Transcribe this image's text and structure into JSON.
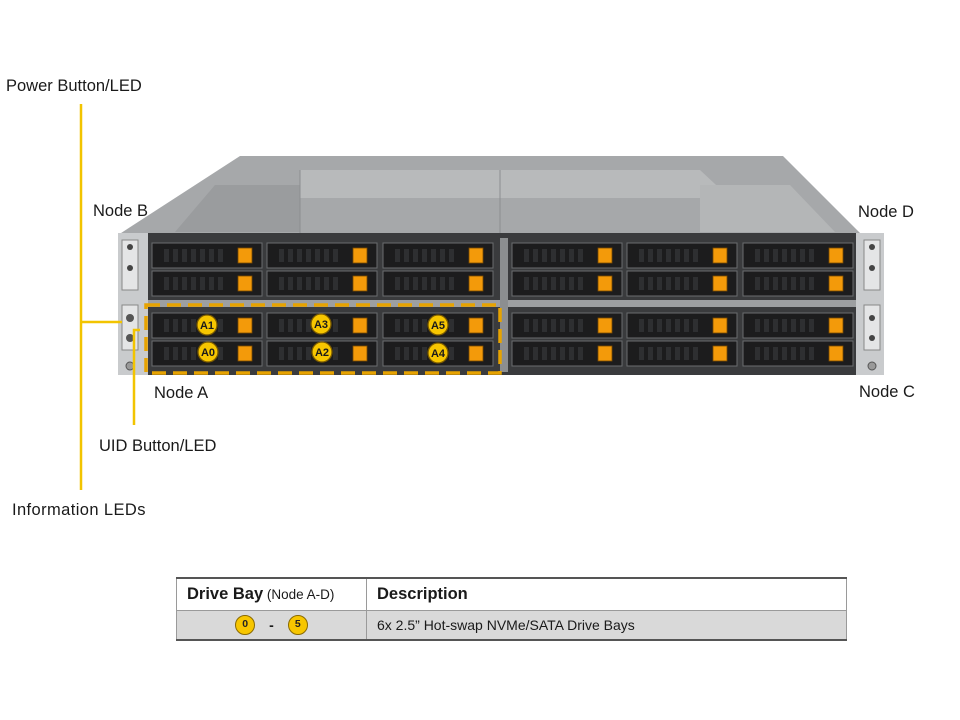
{
  "callouts": {
    "power": "Power Button/LED",
    "uid": "UID Button/LED",
    "info": "Information  LEDs"
  },
  "nodes": {
    "a": "Node A",
    "b": "Node B",
    "c": "Node C",
    "d": "Node D"
  },
  "drive_labels": [
    "A1",
    "A3",
    "A5",
    "A0",
    "A2",
    "A4"
  ],
  "legend": {
    "col1_header": "Drive Bay",
    "col1_sub": " (Node  A-D)",
    "col2_header": "Description",
    "row_from": "0",
    "row_sep": "-",
    "row_to": "5",
    "row_desc": "6x 2.5” Hot-swap  NVMe/SATA Drive  Bays"
  },
  "colors": {
    "callout_line": "#f2c400",
    "drive_tab": "#f39a0a",
    "node_highlight": "#e7a300",
    "badge": "#f7c600"
  }
}
